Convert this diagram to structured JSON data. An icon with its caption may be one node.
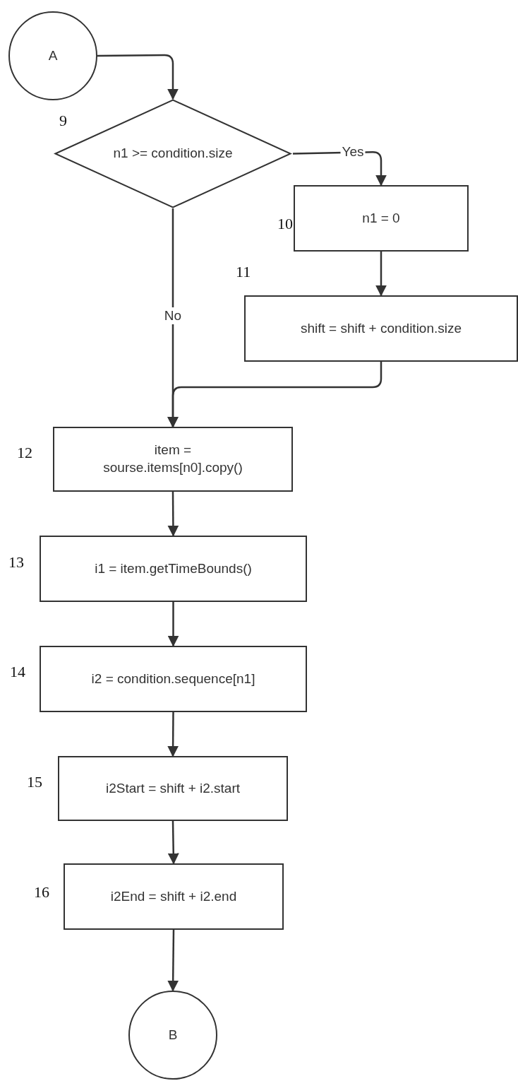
{
  "diagram": {
    "nodes": [
      {
        "text": [
          "A"
        ]
      },
      {
        "text": [
          "n1 >= condition.size"
        ],
        "beside": [
          "9"
        ]
      },
      {
        "text": [
          "n1 = 0"
        ],
        "beside": [
          "10"
        ]
      },
      {
        "text": [
          "shift = shift + condition.size"
        ],
        "beside": [
          "11"
        ]
      },
      {
        "text": [
          "item = sourse.items[n0].copy()"
        ],
        "beside": [
          "12"
        ]
      },
      {
        "text": [
          "i1 = item.getTimeBounds()"
        ],
        "beside": [
          "13"
        ]
      },
      {
        "text": [
          "i2 = condition.sequence[n1]"
        ],
        "beside": [
          "14"
        ]
      },
      {
        "text": [
          "i2Start = shift + i2.start"
        ],
        "beside": [
          "15"
        ]
      },
      {
        "text": [
          "i2End = shift + i2.end"
        ],
        "beside": [
          "16"
        ]
      },
      {
        "text": [
          "B"
        ]
      }
    ],
    "edges": [
      {
        "from": 0,
        "to": 1,
        "arrow": "to"
      },
      {
        "from": 1,
        "to": 2,
        "arrow": "to",
        "label": "Yes"
      },
      {
        "from": 1,
        "to": 4,
        "arrow": "to",
        "label": "No"
      },
      {
        "from": 2,
        "to": 3,
        "arrow": "to"
      },
      {
        "from": 3,
        "to": 4,
        "arrow": "to"
      },
      {
        "from": 4,
        "to": 5,
        "arrow": "to"
      },
      {
        "from": 5,
        "to": 6,
        "arrow": "to"
      },
      {
        "from": 6,
        "to": 7,
        "arrow": "to"
      },
      {
        "from": 7,
        "to": 8,
        "arrow": "to"
      },
      {
        "from": 8,
        "to": 9,
        "arrow": "to"
      }
    ]
  }
}
